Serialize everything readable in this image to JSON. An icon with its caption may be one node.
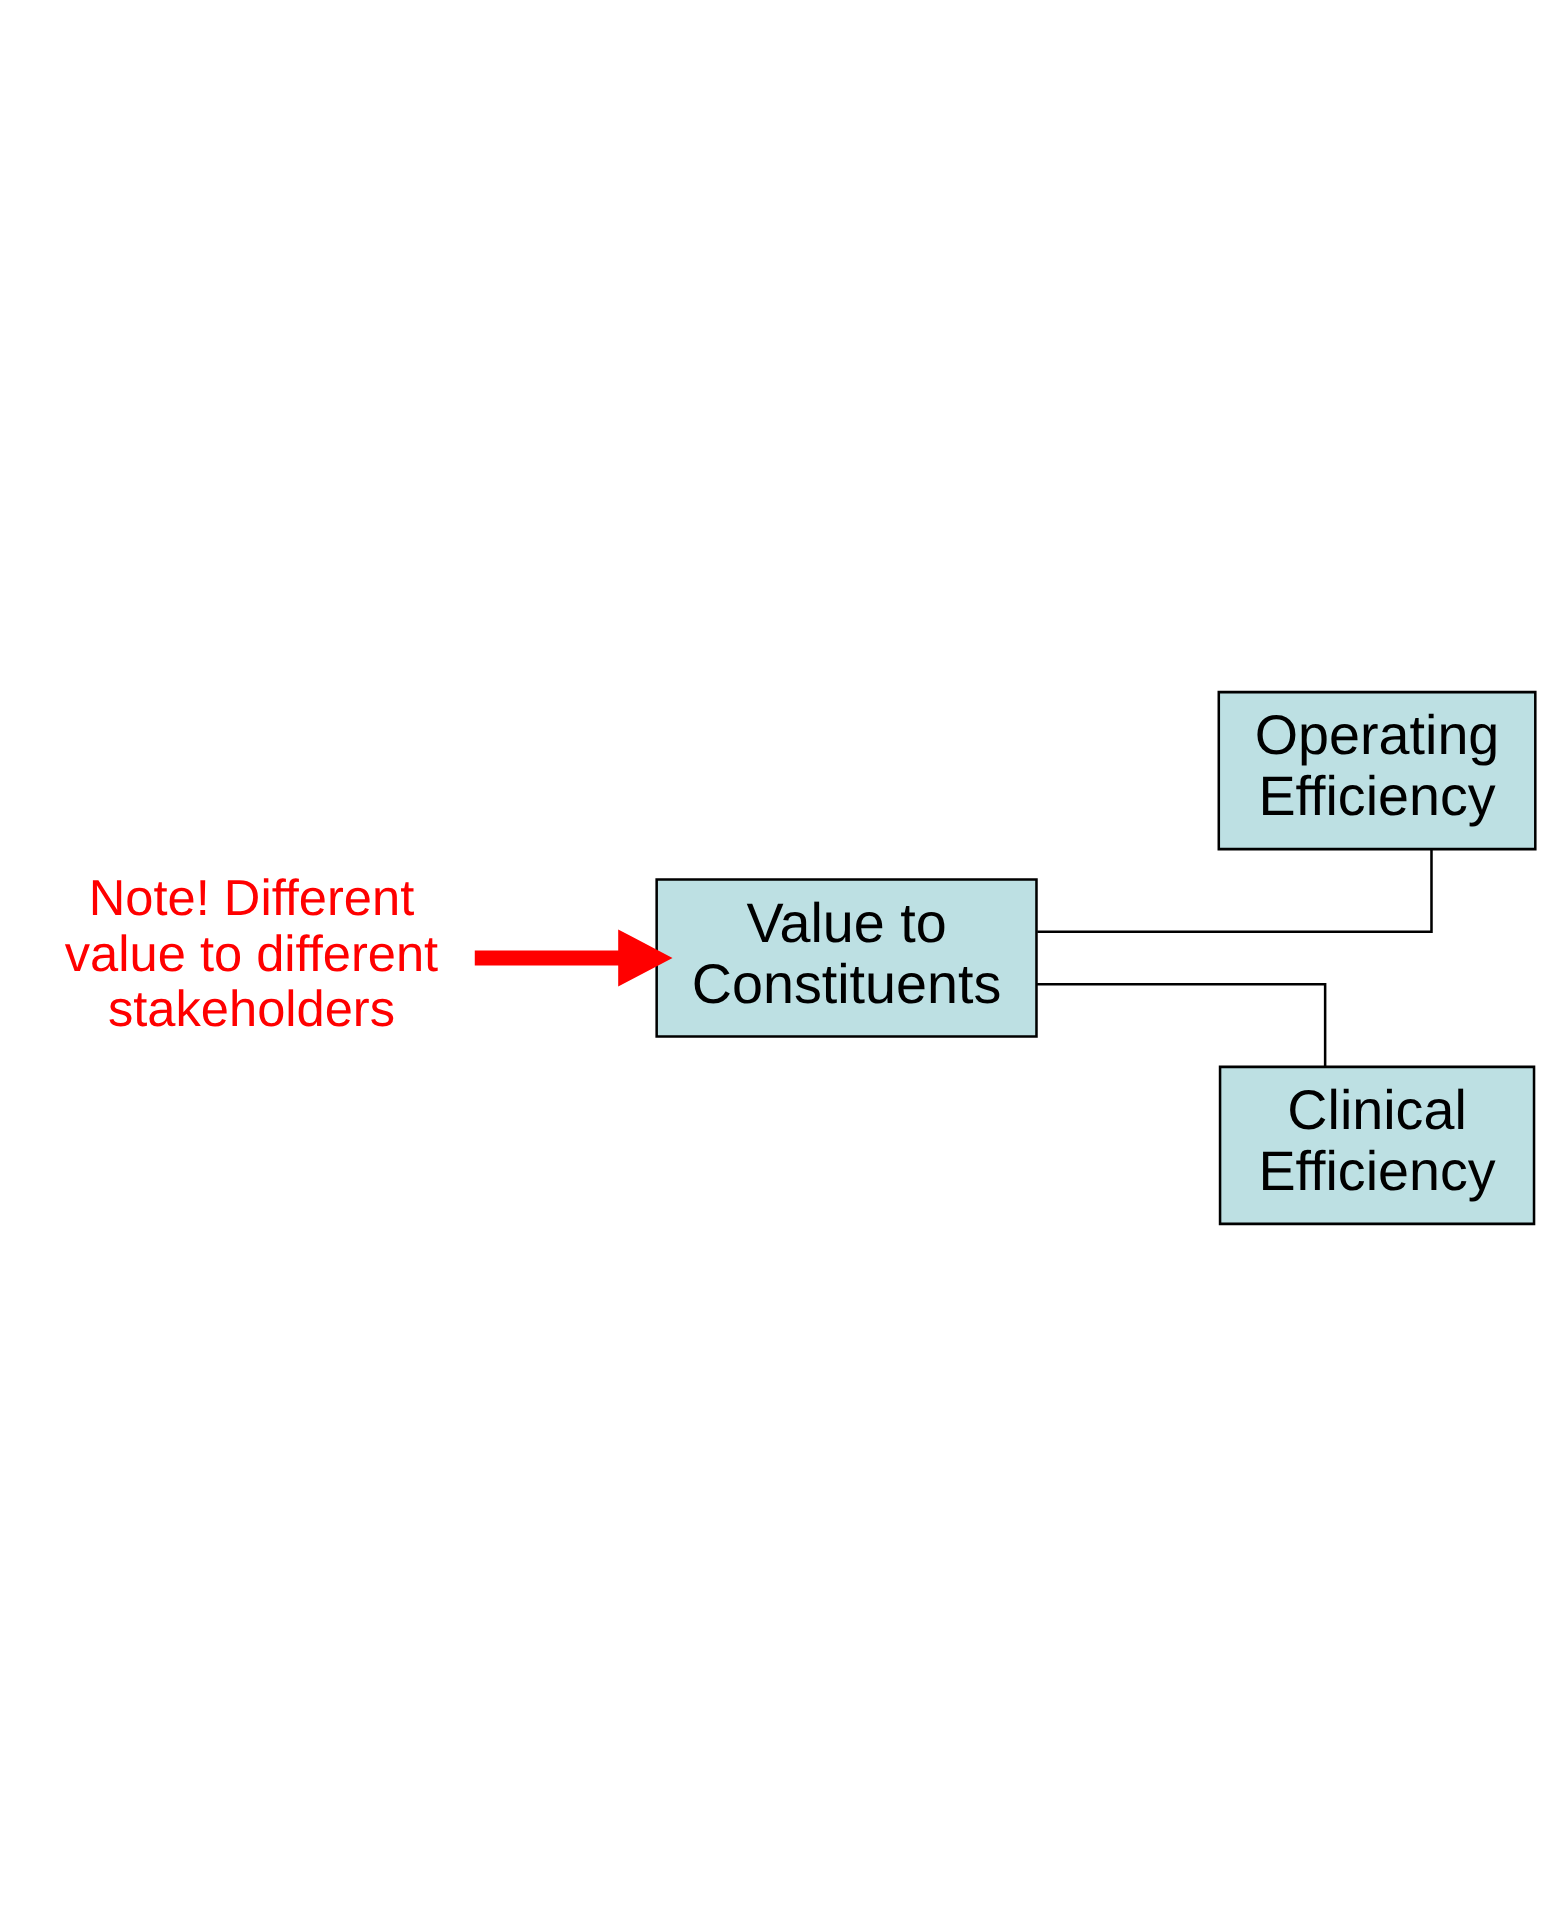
{
  "diagram": {
    "nodes": [
      {
        "text": [
          "Value to Constituents"
        ]
      },
      {
        "text": [
          "Operating Efficiency"
        ]
      },
      {
        "text": [
          "Clinical Efficiency"
        ]
      },
      {
        "text": [
          "Note! Different value to different stakeholders"
        ]
      }
    ],
    "edges": [
      {
        "from": 0,
        "to": 1,
        "arrow": "none"
      },
      {
        "from": 0,
        "to": 2,
        "arrow": "none"
      },
      {
        "from": 3,
        "to": 0,
        "arrow": "to",
        "style": "thick",
        "color": "#ff0000"
      }
    ]
  }
}
